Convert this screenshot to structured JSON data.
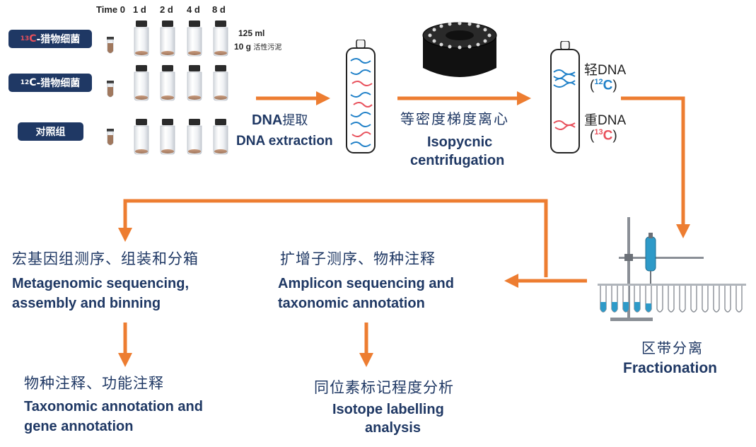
{
  "colors": {
    "arrow": "#ed7d31",
    "navy": "#1f3864",
    "heavy": "#e8505b",
    "light": "#1f80c8",
    "tan": "#a0785e"
  },
  "timepoints": [
    "Time 0",
    "1 d",
    "2 d",
    "4 d",
    "8 d"
  ],
  "groups": [
    {
      "sup": "13",
      "sup_color": "#e8505b",
      "main": "C",
      "rest": "-猎物细菌"
    },
    {
      "sup": "12",
      "sup_color": "#ffffff",
      "main": "C",
      "rest": "-猎物细菌"
    },
    {
      "sup": "",
      "sup_color": "#ffffff",
      "main": "",
      "rest": "对照组"
    }
  ],
  "bottle_info": {
    "volume": "125 ml",
    "sludge_amount": "10 g",
    "sludge_label": "活性污泥"
  },
  "extraction": {
    "cn": "提取",
    "dna": "DNA",
    "en": "DNA extraction"
  },
  "centrifuge": {
    "cn": "等密度梯度离心",
    "en1": "Isopycnic",
    "en2": "centrifugation"
  },
  "tube_labels": {
    "light_cn": "轻",
    "light_dna": "DNA",
    "light_isotope": "(¹²C)",
    "heavy_cn": "重",
    "heavy_dna": "DNA",
    "heavy_isotope": "(¹³C)"
  },
  "fractionation": {
    "cn": "区带分离",
    "en": "Fractionation"
  },
  "metagenomic": {
    "cn": "宏基因组测序、组装和分箱",
    "en1": "Metagenomic sequencing,",
    "en2": "assembly and binning"
  },
  "amplicon": {
    "cn": "扩增子测序、物种注释",
    "en1": "Amplicon sequencing and",
    "en2": "taxonomic annotation"
  },
  "annotation": {
    "cn": "物种注释、功能注释",
    "en1": "Taxonomic annotation and",
    "en2": "gene annotation"
  },
  "isotope": {
    "cn": "同位素标记程度分析",
    "en1": "Isotope labelling",
    "en2": "analysis"
  }
}
